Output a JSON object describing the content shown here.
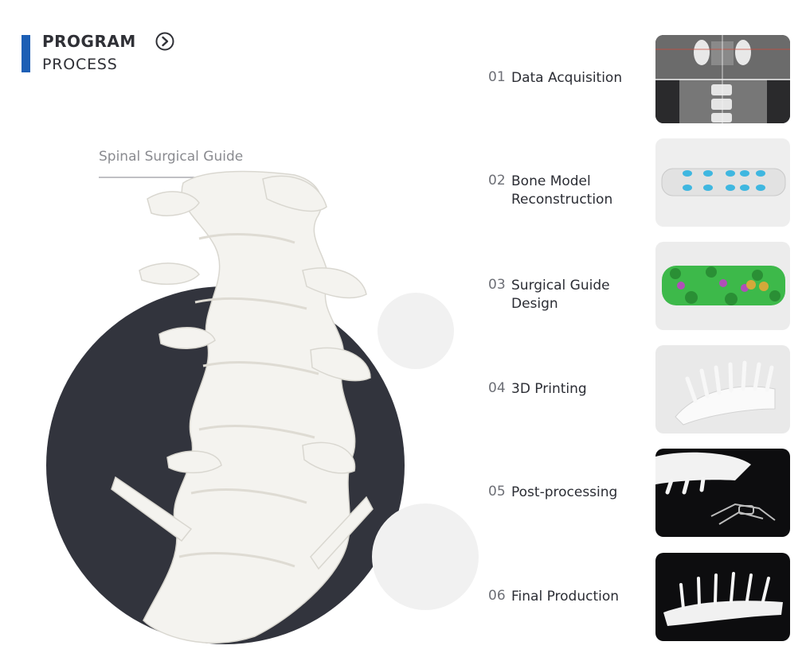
{
  "header": {
    "title": "PROGRAM",
    "subtitle": "PROCESS"
  },
  "callout": {
    "label": "Spinal Surgical Guide"
  },
  "icons": {
    "header_arrow": "chevron-right-circle-icon"
  },
  "colors": {
    "accent": "#1c5fb5",
    "dark_circle": "#32343d",
    "light_circle": "#f1f1f1"
  },
  "steps": [
    {
      "number": "01",
      "label": "Data Acquisition"
    },
    {
      "number": "02",
      "label": "Bone Model\nReconstruction"
    },
    {
      "number": "03",
      "label": "Surgical Guide\nDesign"
    },
    {
      "number": "04",
      "label": "3D Printing"
    },
    {
      "number": "05",
      "label": " Post-processing"
    },
    {
      "number": "06",
      "label": "Final Production"
    }
  ]
}
